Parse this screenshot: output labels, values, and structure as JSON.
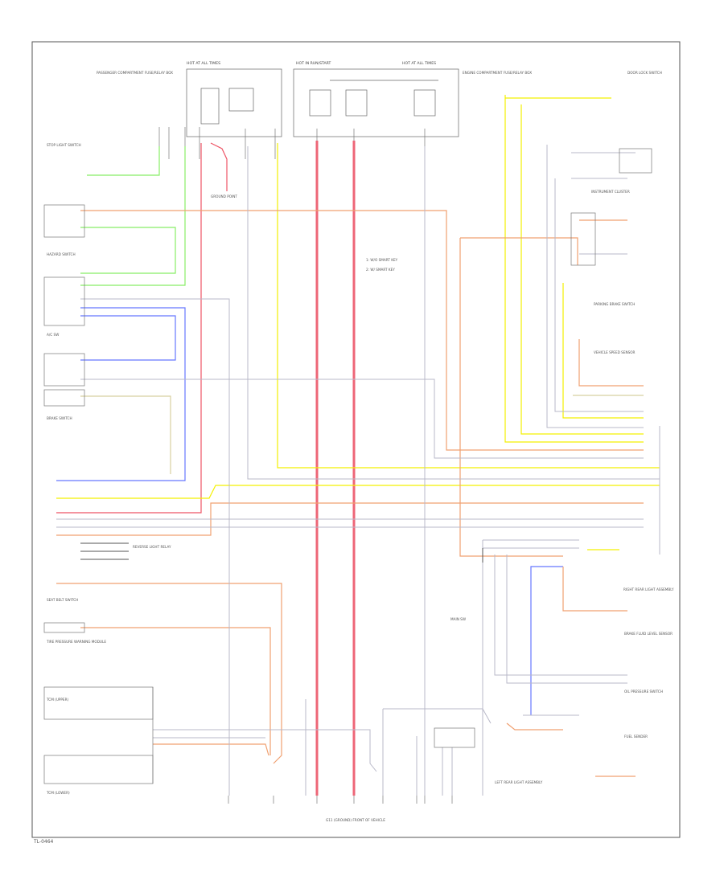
{
  "diagram": {
    "code": "TL-0464",
    "labels": {
      "battery_fuse_left_title": "HOT AT ALL TIMES",
      "battery_fuse_mid_title": "HOT IN RUN/START",
      "battery_fuse_right_title": "HOT AT ALL TIMES",
      "left_fuse_block": "PASSENGER COMPARTMENT FUSE/RELAY BOX",
      "right_fuse_block": "ENGINE COMPARTMENT FUSE/RELAY BOX",
      "instrument_cluster": "INSTRUMENT CLUSTER",
      "ground_pt": "GROUND POINT",
      "legend_1": "1: W/O SMART KEY",
      "legend_2": "2: W/ SMART KEY",
      "bottom_ground": "G11 (GROUND) FRONT OF VEHICLE",
      "reverse_light_relay": "REVERSE LIGHT RELAY",
      "left_rear_tail": "LEFT REAR LIGHT ASSEMBLY",
      "right_rear_tail": "RIGHT REAR LIGHT ASSEMBLY",
      "stop_light_switch": "STOP LIGHT SWITCH",
      "tcm_upper": "TCM (UPPER)",
      "tcm_lower": "TCM (LOWER)",
      "ac_sw": "A/C SW",
      "hazard_sw": "HAZARD SWITCH",
      "brake_sw": "BRAKE SWITCH",
      "seat_belt": "SEAT BELT SWITCH",
      "tire_pressure": "TIRE PRESSURE WARNING MODULE",
      "main_sw": "MAIN SW",
      "door_lock": "DOOR LOCK SWITCH",
      "parking_brake": "PARKING BRAKE SWITCH",
      "vss": "VEHICLE SPEED SENSOR",
      "brake_fluid": "BRAKE FLUID LEVEL SENSOR",
      "oil_pressure": "OIL PRESSURE SWITCH",
      "fuel_sender": "FUEL SENDER"
    }
  }
}
